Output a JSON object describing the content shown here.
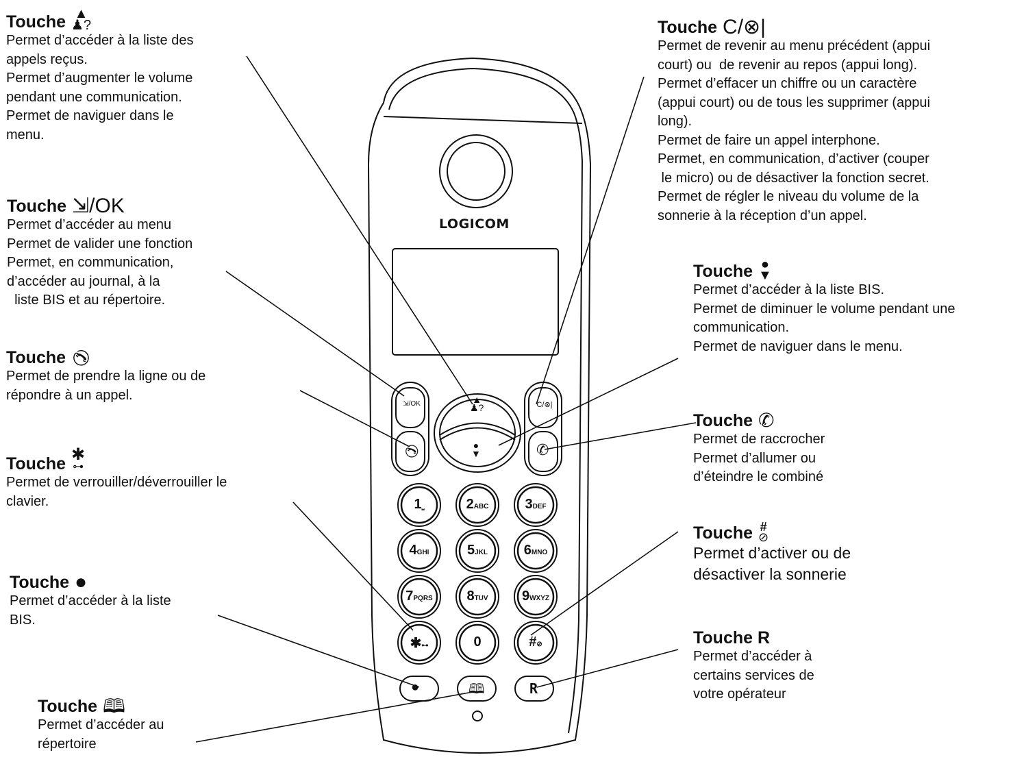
{
  "annotations": [
    {
      "id": "up",
      "title": "Touche",
      "lines": [
        "Permet d’accéder à la liste des",
        "appels reçus.",
        "Permet d’augmenter le volume",
        "pendant une communication.",
        "Permet de naviguer dans le",
        "menu."
      ]
    },
    {
      "id": "ok",
      "title": "Touche",
      "symbol": "⇲/OK",
      "lines": [
        "Permet d’accéder au menu",
        "Permet de valider une fonction",
        "Permet, en communication,",
        "d’accéder au journal, à la",
        "  liste BIS et au répertoire."
      ]
    },
    {
      "id": "call",
      "title": "Touche",
      "lines": [
        "Permet de prendre la ligne ou de",
        "répondre à un appel."
      ]
    },
    {
      "id": "star",
      "title": "Touche",
      "lines": [
        "Permet de verrouiller/déverrouiller le",
        "clavier."
      ]
    },
    {
      "id": "bis",
      "title": "Touche",
      "lines": [
        "Permet d’accéder à la liste",
        "BIS."
      ]
    },
    {
      "id": "book",
      "title": "Touche",
      "lines": [
        "Permet d’accéder au",
        "répertoire"
      ]
    },
    {
      "id": "clear",
      "title": "Touche",
      "symbol": "C/⊗|",
      "lines": [
        "Permet de revenir au menu précédent (appui",
        "court) ou  de revenir au repos (appui long).",
        "Permet d’effacer un chiffre ou un caractère",
        "(appui court) ou de tous les supprimer (appui",
        "long).",
        "Permet de faire un appel interphone.",
        "Permet, en communication, d’activer (couper",
        " le micro) ou de désactiver la fonction secret.",
        "Permet de régler le niveau du volume de la",
        "sonnerie à la réception d’un appel."
      ]
    },
    {
      "id": "down",
      "title": "Touche",
      "lines": [
        "Permet d’accéder à la liste BIS.",
        "Permet de diminuer le volume pendant une",
        "communication.",
        "Permet de naviguer dans le menu."
      ]
    },
    {
      "id": "hangup",
      "title": "Touche",
      "lines": [
        "Permet de raccrocher",
        "Permet d’allumer ou",
        "d’éteindre le combiné"
      ]
    },
    {
      "id": "hash",
      "title": "Touche",
      "lines": [
        "Permet d’activer ou de",
        "désactiver la sonnerie"
      ]
    },
    {
      "id": "r",
      "title": "Touche  R",
      "lines": [
        "Permet d’accéder à",
        "certains services de",
        "votre opérateur"
      ]
    }
  ],
  "phone": {
    "brand": "LOGICOM",
    "keys": [
      {
        "id": "k1",
        "main": "1",
        "sub": "⎵"
      },
      {
        "id": "k2",
        "main": "2",
        "sub": "ABC"
      },
      {
        "id": "k3",
        "main": "3",
        "sub": "DEF"
      },
      {
        "id": "k4",
        "main": "4",
        "sub": "GHI"
      },
      {
        "id": "k5",
        "main": "5",
        "sub": "JKL"
      },
      {
        "id": "k6",
        "main": "6",
        "sub": "MNO"
      },
      {
        "id": "k7",
        "main": "7",
        "sub": "PQRS"
      },
      {
        "id": "k8",
        "main": "8",
        "sub": "TUV"
      },
      {
        "id": "k9",
        "main": "9",
        "sub": "WXYZ"
      },
      {
        "id": "kstar",
        "main": "✱",
        "sub": "⊶"
      },
      {
        "id": "k0",
        "main": "0",
        "sub": ""
      },
      {
        "id": "khash",
        "main": "#",
        "sub": "⊘"
      }
    ],
    "soft_left": "⇲/OK",
    "soft_right": "C/⊗|",
    "r_key": "R"
  }
}
